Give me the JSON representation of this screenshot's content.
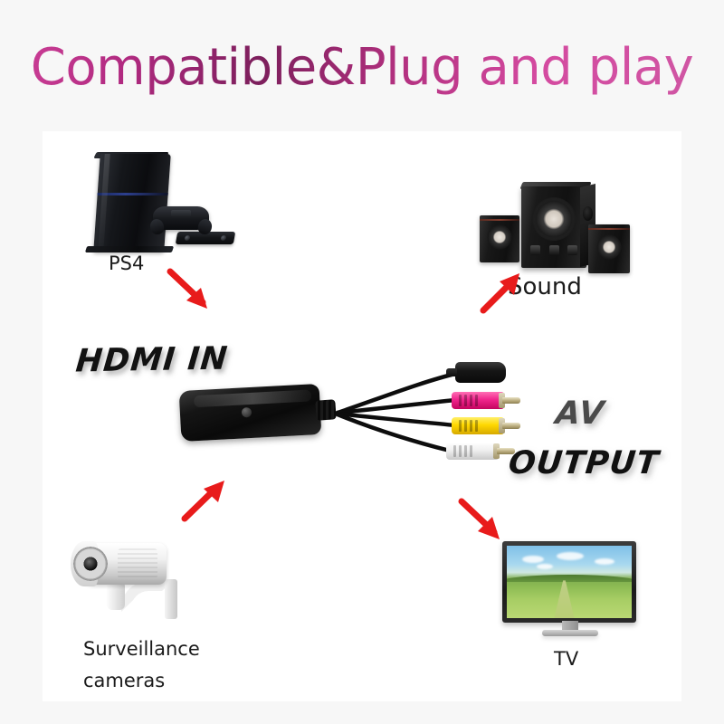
{
  "page": {
    "title": "Compatible&Plug and play",
    "background_color": "#f7f7f7",
    "panel_color": "#ffffff",
    "title_gradient_from": "#d0429a",
    "title_gradient_to": "#7c1f5c",
    "arrow_color": "#e81b1b"
  },
  "sources": {
    "ps4": {
      "label": "PS4",
      "icon": "playstation-console-icon"
    },
    "camera": {
      "label_line1": "Surveillance",
      "label_line2": "cameras",
      "icon": "cctv-bullet-camera-icon"
    }
  },
  "outputs": {
    "sound": {
      "label": "Sound",
      "icon": "speaker-system-icon"
    },
    "tv": {
      "label": "TV",
      "icon": "flat-screen-tv-icon"
    }
  },
  "converter": {
    "input_label": "HDMI IN",
    "output_label_primary": "AV",
    "output_label_secondary": "OUTPUT",
    "cables": [
      {
        "name": "audio-jack",
        "type": "3.5mm jack",
        "color": "#121212"
      },
      {
        "name": "rca-audio-right",
        "type": "RCA",
        "color": "#f0248c"
      },
      {
        "name": "rca-video",
        "type": "RCA",
        "color": "#ffd800"
      },
      {
        "name": "rca-audio-left",
        "type": "RCA",
        "color": "#ffffff"
      }
    ]
  },
  "arrows": [
    {
      "name": "arrow-ps4-to-converter",
      "direction": "down-right"
    },
    {
      "name": "arrow-converter-to-sound",
      "direction": "up-right"
    },
    {
      "name": "arrow-camera-to-converter",
      "direction": "up-right"
    },
    {
      "name": "arrow-converter-to-tv",
      "direction": "down-right"
    }
  ]
}
